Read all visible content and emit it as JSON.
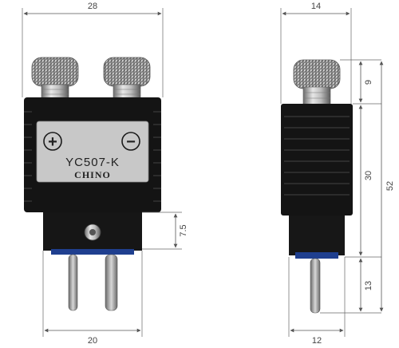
{
  "front_view": {
    "dimensions": {
      "width_top": "28",
      "width_bottom": "20",
      "post_height": "7.5"
    },
    "label": {
      "model": "YC507-K",
      "brand": "CHINO",
      "plus_symbol": "+",
      "minus_symbol": "−"
    }
  },
  "side_view": {
    "dimensions": {
      "width_top": "14",
      "width_bottom": "12",
      "overall_height": "52",
      "cap_height": "9",
      "body_height": "30",
      "pin_height": "13"
    }
  },
  "colors": {
    "body": "#141414",
    "rib": "#2a2a2a",
    "label_plate": "#c8c8c8",
    "knob_metal": "#a8a8a8",
    "pin_metal": "#9a9a9a",
    "blue_band": "#1f3f8f",
    "dim_line": "#555555"
  }
}
